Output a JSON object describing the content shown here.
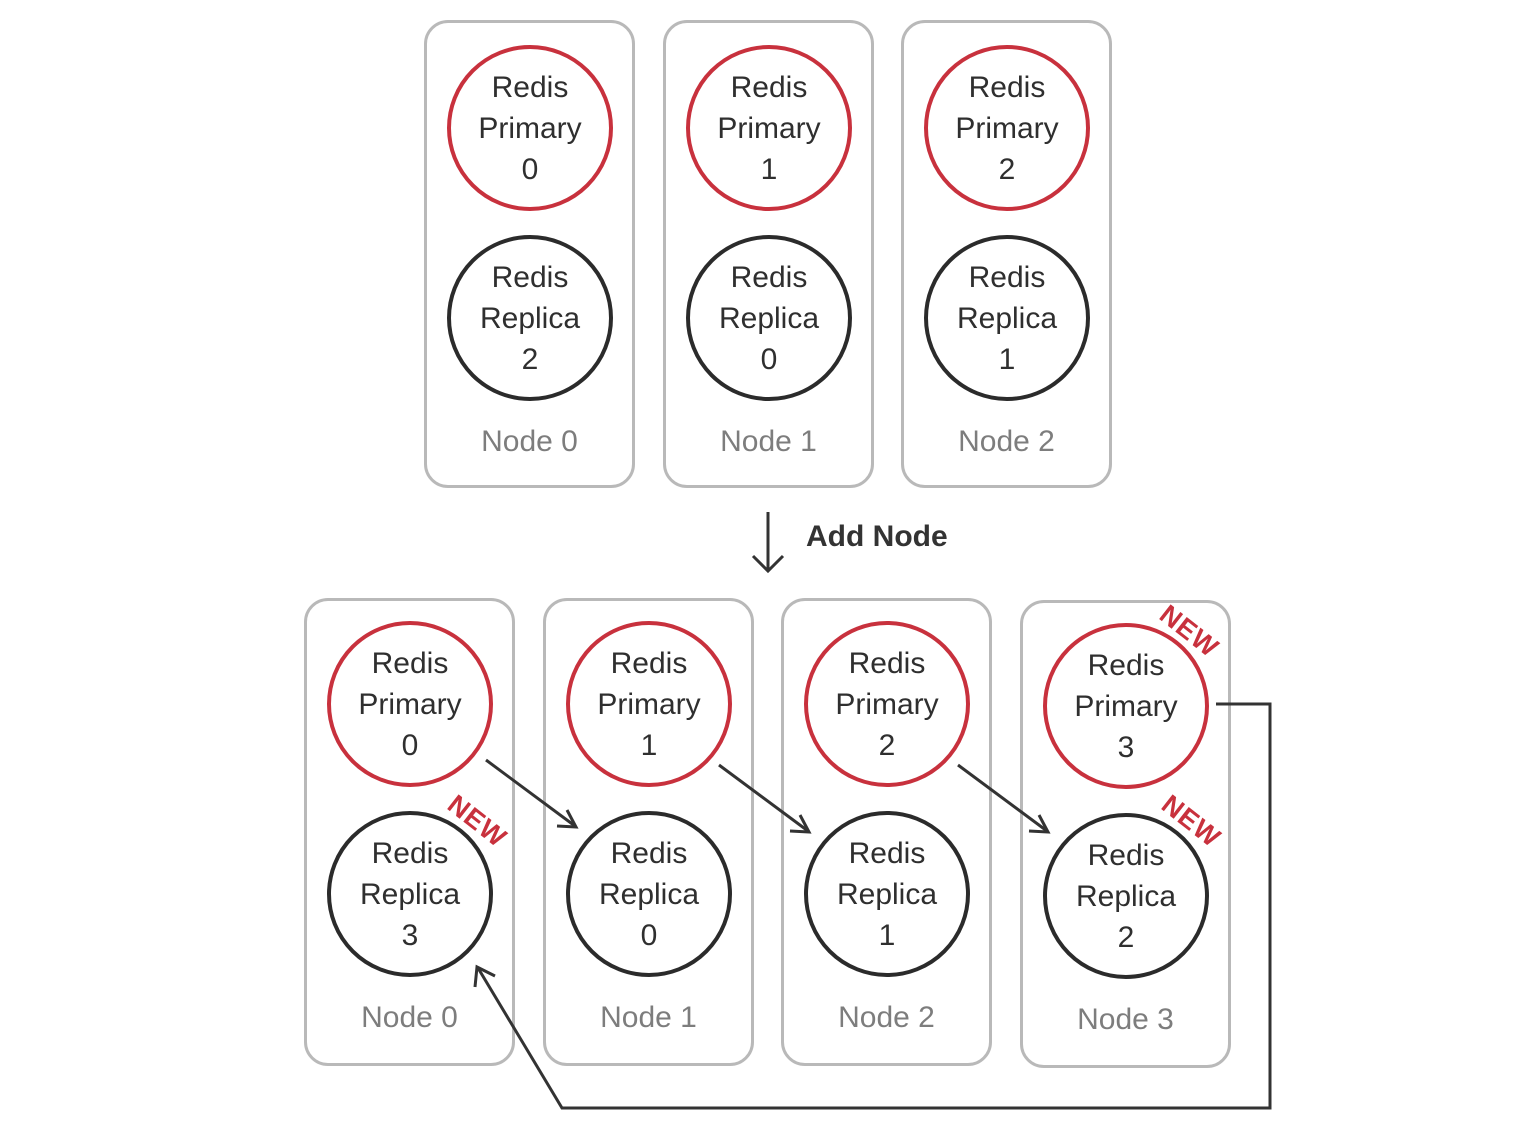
{
  "colors": {
    "primary_ring": "#c8313d",
    "replica_ring": "#2b2b2b",
    "box_border": "#b9b9b9",
    "new_badge": "#c8313d"
  },
  "before": {
    "nodes": [
      {
        "label": "Node 0",
        "primary": {
          "line1": "Redis",
          "line2": "Primary",
          "id": "0"
        },
        "replica": {
          "line1": "Redis",
          "line2": "Replica",
          "id": "2"
        }
      },
      {
        "label": "Node 1",
        "primary": {
          "line1": "Redis",
          "line2": "Primary",
          "id": "1"
        },
        "replica": {
          "line1": "Redis",
          "line2": "Replica",
          "id": "0"
        }
      },
      {
        "label": "Node 2",
        "primary": {
          "line1": "Redis",
          "line2": "Primary",
          "id": "2"
        },
        "replica": {
          "line1": "Redis",
          "line2": "Replica",
          "id": "1"
        }
      }
    ]
  },
  "transition": {
    "label": "Add Node",
    "icon": "down-arrow-icon"
  },
  "after": {
    "nodes": [
      {
        "label": "Node 0",
        "primary": {
          "line1": "Redis",
          "line2": "Primary",
          "id": "0"
        },
        "replica": {
          "line1": "Redis",
          "line2": "Replica",
          "id": "3"
        }
      },
      {
        "label": "Node 1",
        "primary": {
          "line1": "Redis",
          "line2": "Primary",
          "id": "1"
        },
        "replica": {
          "line1": "Redis",
          "line2": "Replica",
          "id": "0"
        }
      },
      {
        "label": "Node 2",
        "primary": {
          "line1": "Redis",
          "line2": "Primary",
          "id": "2"
        },
        "replica": {
          "line1": "Redis",
          "line2": "Replica",
          "id": "1"
        }
      },
      {
        "label": "Node 3",
        "primary": {
          "line1": "Redis",
          "line2": "Primary",
          "id": "3"
        },
        "replica": {
          "line1": "Redis",
          "line2": "Replica",
          "id": "2"
        }
      }
    ],
    "badges": {
      "replica_node0": "NEW",
      "primary_node3": "NEW",
      "replica_node3": "NEW"
    }
  }
}
